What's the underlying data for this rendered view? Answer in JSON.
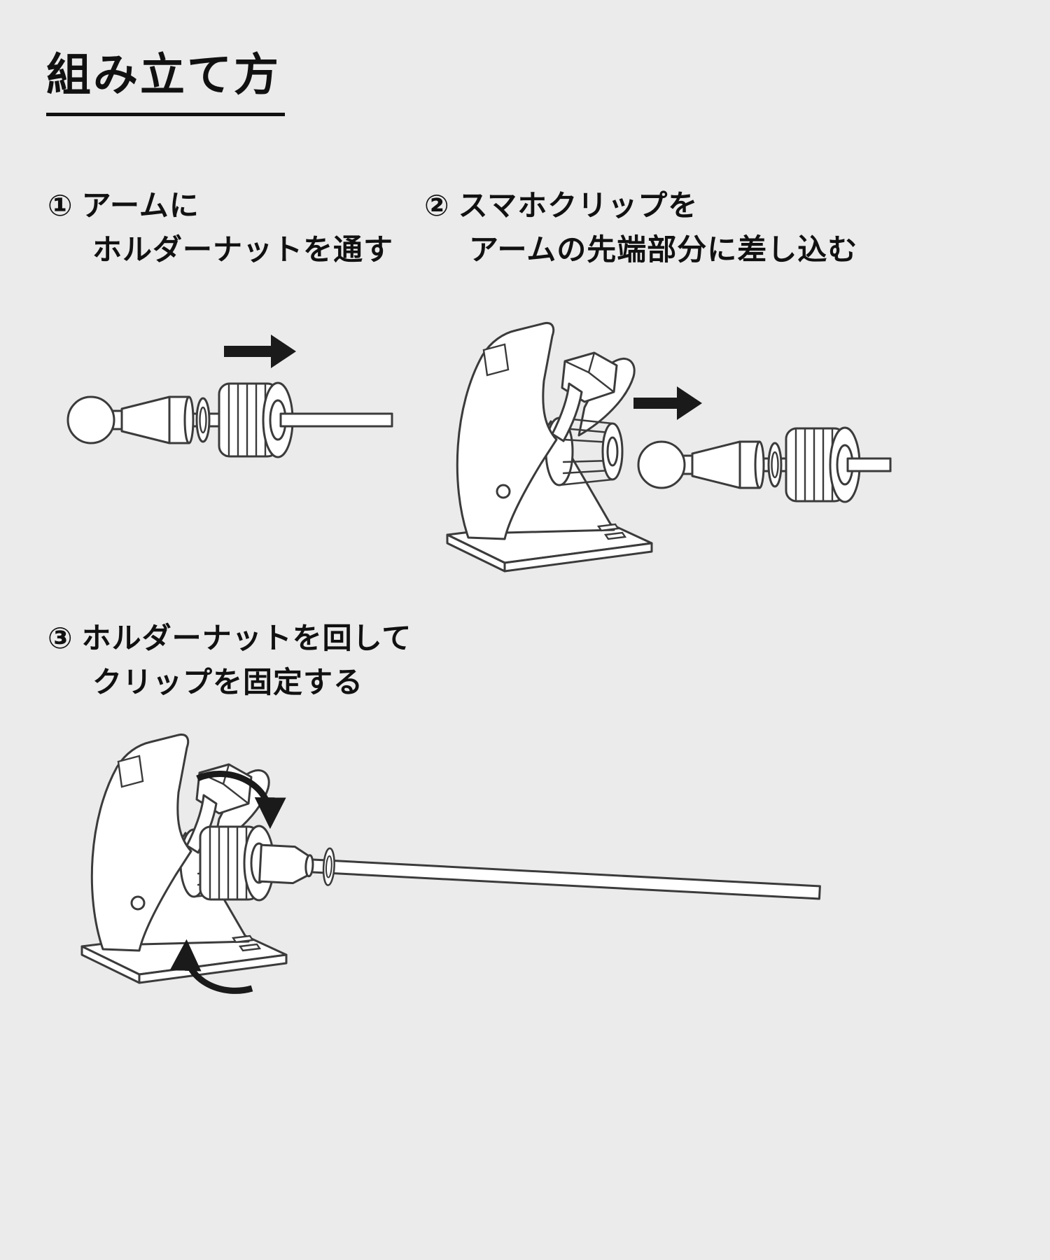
{
  "page": {
    "title": "組み立て方"
  },
  "colors": {
    "background": "#ebebeb",
    "line_art": "#3b3b3b",
    "text": "#111111",
    "arrow": "#1a1a1a"
  },
  "steps": [
    {
      "number": "①",
      "line1": "アームに",
      "line2": "ホルダーナットを通す"
    },
    {
      "number": "②",
      "line1": "スマホクリップを",
      "line2": "アームの先端部分に差し込む"
    },
    {
      "number": "③",
      "line1": "ホルダーナットを回して",
      "line2": "クリップを固定する"
    }
  ],
  "illustrations": {
    "step1": "ball-joint-arm-with-holder-nut-and-right-arrow",
    "step2": "smartphone-clip-with-arm-and-right-arrow",
    "step3": "smartphone-clip-with-arm-inserted-and-rotation-arrows"
  }
}
